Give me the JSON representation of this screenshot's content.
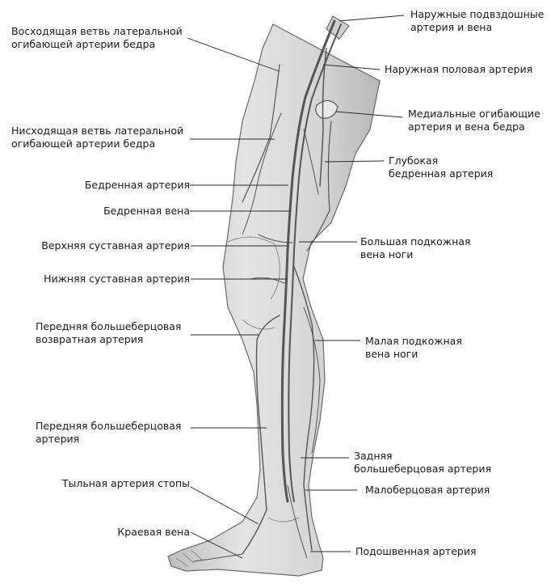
{
  "labels": {
    "l1": [
      "Восходящая ветвь латеральной",
      "огибающей артерии бедра"
    ],
    "l2": [
      "Нисходящая ветвь латеральной",
      "огибающей артерии бедра"
    ],
    "l3": [
      "Бедренная артерия"
    ],
    "l4": [
      "Бедренная вена"
    ],
    "l5": [
      "Верхняя суставная артерия"
    ],
    "l6": [
      "Нижняя суставная артерия"
    ],
    "l7": [
      "Передняя большеберцовая",
      "возвратная артерия"
    ],
    "l8": [
      "Передняя большеберцовая",
      "артерия"
    ],
    "l9": [
      "Тыльная артерия стопы"
    ],
    "l10": [
      "Краевая вена"
    ],
    "r1": [
      "Наружные подвздошные",
      "артерия и вена"
    ],
    "r2": [
      "Наружная половая артерия"
    ],
    "r3": [
      "Медиальные огибающие",
      "артерия и вена бедра"
    ],
    "r4": [
      "Глубокая",
      "бедренная артерия"
    ],
    "r5": [
      "Большая подкожная",
      "вена ноги"
    ],
    "r6": [
      "Малая подкожная",
      "вена ноги"
    ],
    "r7": [
      "Задняя",
      "большеберцовая артерия"
    ],
    "r8": [
      "Малоберцовая артерия"
    ],
    "r9": [
      "Подошвенная артерия"
    ]
  },
  "colors": {
    "text": "#1a1a1a",
    "leader": "#2a2a2a",
    "leg_fill": "#d9d9d9",
    "vessel": "#555555"
  }
}
